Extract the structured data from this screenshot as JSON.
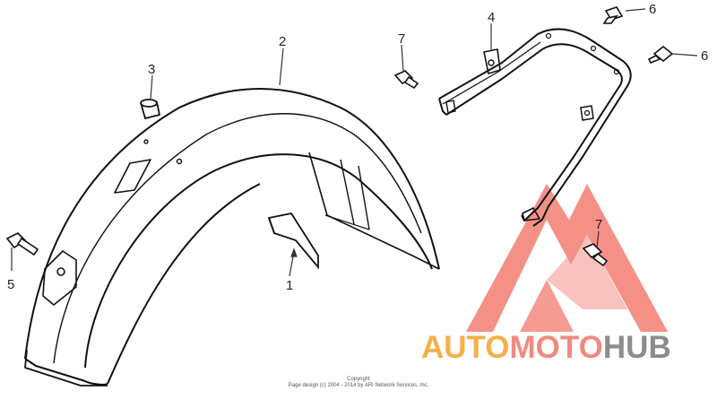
{
  "diagram": {
    "callouts": [
      {
        "id": "callout-1",
        "label": "1"
      },
      {
        "id": "callout-2",
        "label": "2"
      },
      {
        "id": "callout-3",
        "label": "3"
      },
      {
        "id": "callout-4",
        "label": "4"
      },
      {
        "id": "callout-5",
        "label": "5"
      },
      {
        "id": "callout-6a",
        "label": "6"
      },
      {
        "id": "callout-6b",
        "label": "6"
      },
      {
        "id": "callout-7a",
        "label": "7"
      },
      {
        "id": "callout-7b",
        "label": "7"
      }
    ],
    "copyright_line1": "Copyright",
    "copyright_line2": "Page design (c) 2004 - 2014 by ARI Network Services, Inc."
  },
  "watermark": {
    "part1": "AUTO",
    "part2": "MOTO",
    "part3": "HUB",
    "colors": {
      "part1": "#f5b04a",
      "part2": "#f08a80",
      "part3": "#8c8c8c",
      "logo": "#f26b5e"
    }
  }
}
